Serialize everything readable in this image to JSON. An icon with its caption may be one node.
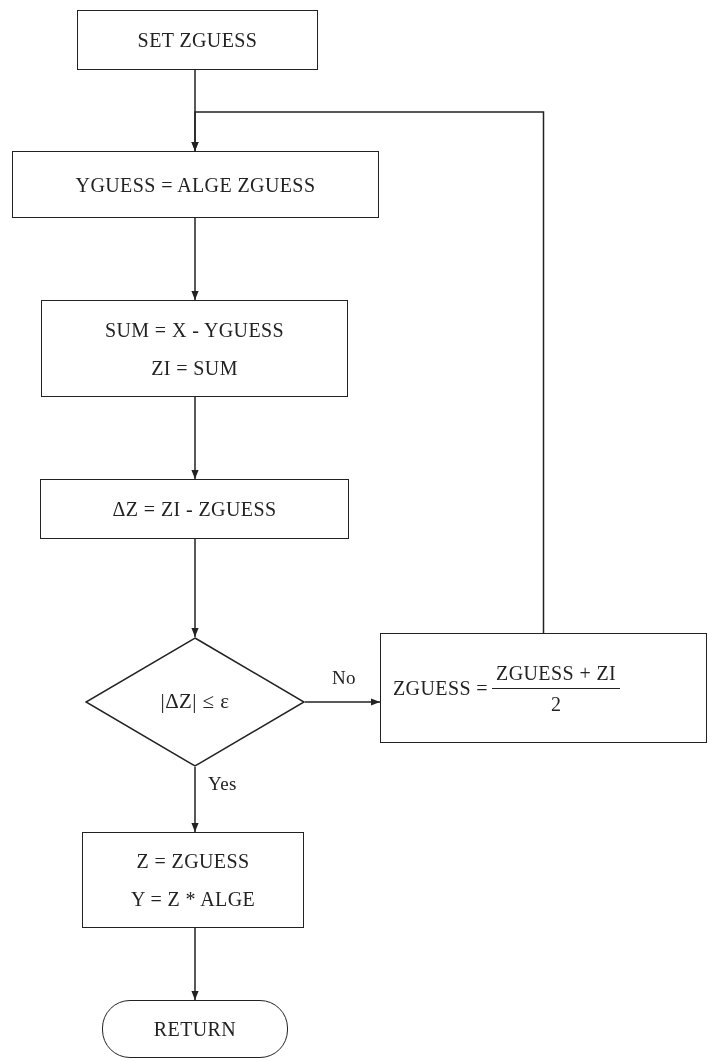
{
  "diagram": {
    "nodes": [
      {
        "text": [
          "SET ZGUESS"
        ]
      },
      {
        "text": [
          "YGUESS = ALGE ZGUESS"
        ]
      },
      {
        "text": [
          "SUM = X - YGUESS",
          "ZI = SUM"
        ]
      },
      {
        "text": [
          "ΔZ = ZI - ZGUESS"
        ]
      },
      {
        "text": [
          "|ΔZ| ≤ ε"
        ]
      },
      {
        "text": [
          "ZGUESS =",
          "ZGUESS + ZI",
          "2"
        ]
      },
      {
        "text": [
          "Z = ZGUESS",
          "Y = Z * ALGE"
        ]
      },
      {
        "text": [
          "RETURN"
        ]
      }
    ],
    "edges": [
      {
        "from": 0,
        "to": 1,
        "arrow": "to"
      },
      {
        "from": 1,
        "to": 2,
        "arrow": "to"
      },
      {
        "from": 2,
        "to": 3,
        "arrow": "to"
      },
      {
        "from": 3,
        "to": 4,
        "arrow": "to"
      },
      {
        "from": 4,
        "to": 5,
        "arrow": "to",
        "label": "No"
      },
      {
        "from": 5,
        "to": 1,
        "arrow": "to"
      },
      {
        "from": 4,
        "to": 6,
        "arrow": "to",
        "label": "Yes"
      },
      {
        "from": 6,
        "to": 7,
        "arrow": "to"
      }
    ]
  }
}
